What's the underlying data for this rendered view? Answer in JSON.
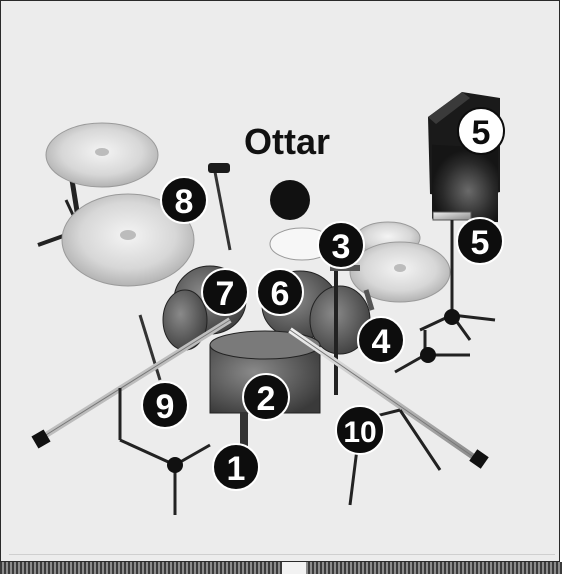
{
  "title": "Ottar",
  "badges": [
    {
      "label": "1",
      "style": "dark"
    },
    {
      "label": "2",
      "style": "dark"
    },
    {
      "label": "3",
      "style": "dark"
    },
    {
      "label": "4",
      "style": "dark"
    },
    {
      "label": "5",
      "style": "dark"
    },
    {
      "label": "5",
      "style": "light"
    },
    {
      "label": "6",
      "style": "dark"
    },
    {
      "label": "7",
      "style": "dark"
    },
    {
      "label": "8",
      "style": "dark"
    },
    {
      "label": "9",
      "style": "dark"
    },
    {
      "label": "10",
      "style": "dark"
    }
  ],
  "colors": {
    "background": "#ececec",
    "badge_dark": "#0d0d0d",
    "badge_light": "#ffffff",
    "cymbal": "#d9d9d9",
    "drum_shell": "#5a5a5a",
    "hardware": "#222222"
  }
}
